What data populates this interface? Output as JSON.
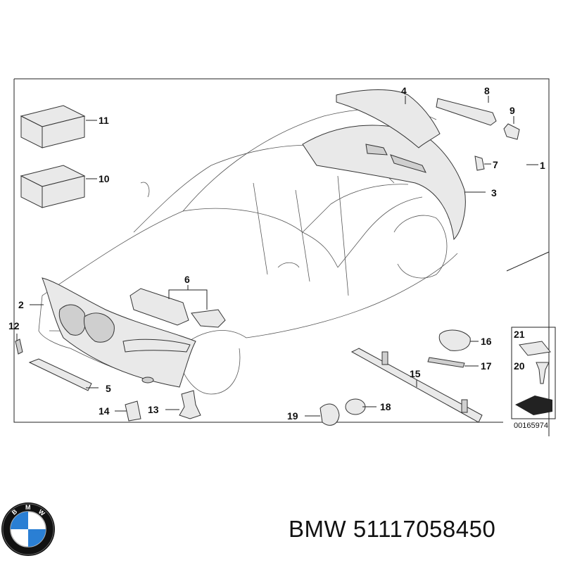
{
  "callouts": [
    "1",
    "2",
    "3",
    "4",
    "5",
    "6",
    "7",
    "8",
    "9",
    "10",
    "11",
    "12",
    "13",
    "14",
    "15",
    "16",
    "17",
    "18",
    "19",
    "20",
    "21"
  ],
  "diagram_code": "00165974",
  "brand": "BMW",
  "part_number": "51117058450",
  "colors": {
    "line": "#222222",
    "part_fill": "#e9e9e9",
    "logo_blue": "#2a7fd4",
    "logo_ring": "#111111"
  }
}
